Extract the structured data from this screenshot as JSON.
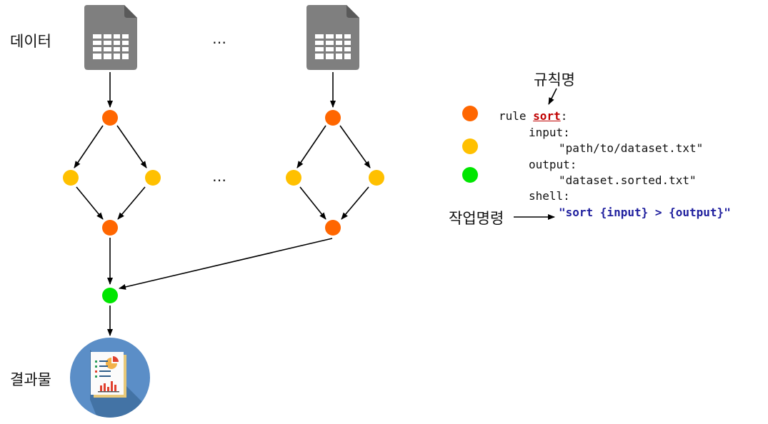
{
  "labels": {
    "data": "데이터",
    "result": "결과물",
    "rule_name": "규칙명",
    "command": "작업명령",
    "ellipsis_top": "…",
    "ellipsis_mid": "…"
  },
  "code": {
    "rule_keyword": "rule ",
    "rule_name": "sort",
    "rule_colon": ":",
    "input_label": "input:",
    "input_value": "\"path/to/dataset.txt\"",
    "output_label": "output:",
    "output_value": "\"dataset.sorted.txt\"",
    "shell_label": "shell:",
    "shell_value": "\"sort {input} > {output}\""
  },
  "colors": {
    "orange": "#ff6600",
    "yellow": "#ffc000",
    "green": "#00e600",
    "icon_gray": "#7f7f7f",
    "result_circle": "#5b8ec7"
  },
  "icons": {
    "data_file": "spreadsheet-file-icon",
    "result": "report-document-icon"
  }
}
